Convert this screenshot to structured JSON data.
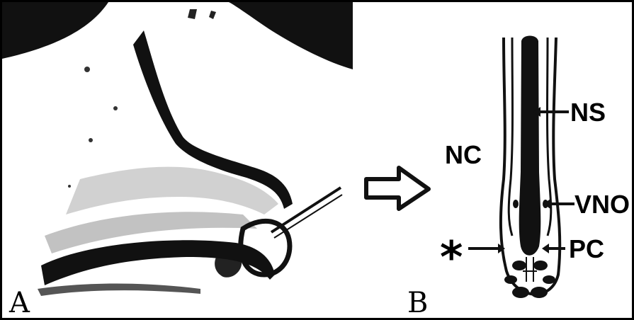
{
  "panels": [
    {
      "id": "A",
      "letter": "A"
    },
    {
      "id": "B",
      "letter": "B"
    }
  ],
  "labels": {
    "nasal_cavity": "NC",
    "nasal_septum": "NS",
    "vomeronasal_organ": "VNO",
    "premaxillary_cartilage": "PC",
    "asterisk": "*"
  },
  "colors": {
    "ink": "#000000",
    "paper": "#ffffff"
  }
}
